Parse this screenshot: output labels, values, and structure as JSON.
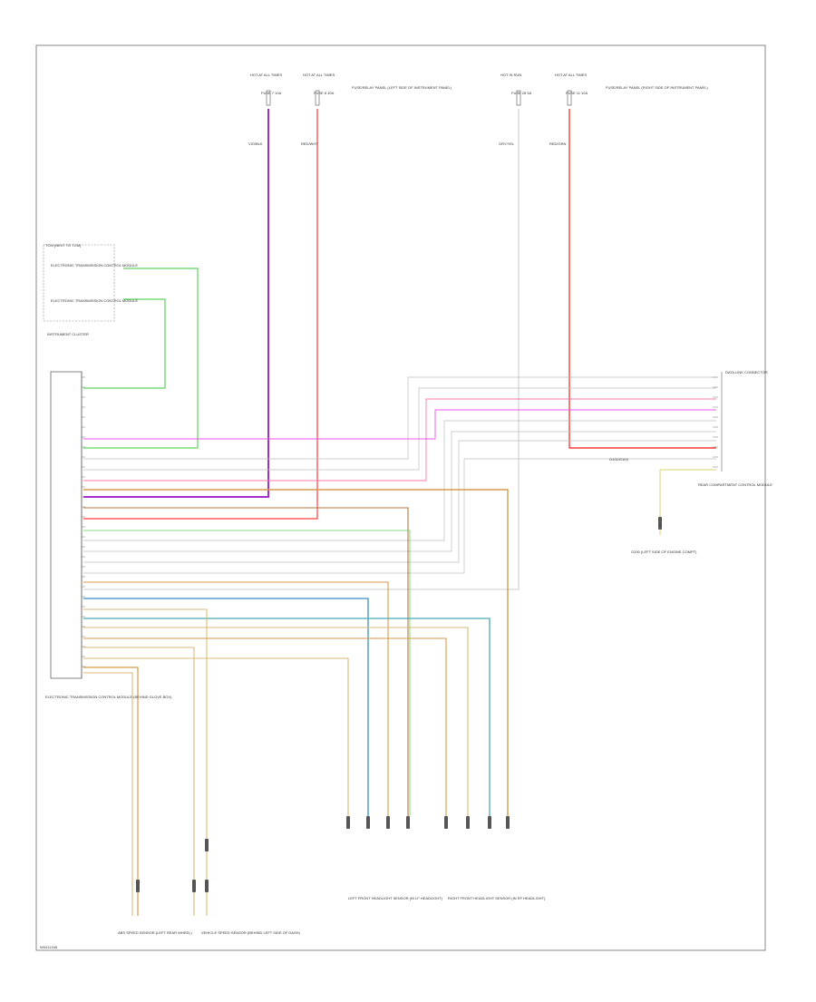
{
  "top_fuses": [
    {
      "hot": "HOT AT ALL TIMES",
      "fuse": "FUSE 7 10A",
      "wire": "VIO/BLK",
      "color": "#a030c8"
    },
    {
      "hot": "HOT AT ALL TIMES",
      "fuse": "FUSE 8 10A",
      "wire": "RED/WHT",
      "color": "#ff3b3b"
    },
    {
      "hot": "HOT IN RUN",
      "fuse": "FUSE 28 5A",
      "wire": "GRY/YEL",
      "color": "#c8c8c8"
    },
    {
      "hot": "HOT AT ALL TIMES",
      "fuse": "FUSE 11 10A",
      "wire": "RED/GRN",
      "color": "#ff4f6a"
    }
  ],
  "fuse_panel_left": "FUSE/RELAY PANEL (LEFT SIDE OF INSTRUMENT PANEL)",
  "fuse_panel_right": "FUSE/RELAY PANEL (RIGHT SIDE OF INSTRUMENT PANEL)",
  "tcm_box": {
    "title": "TCM (NEXT TO TCM)",
    "items": [
      "ELECTRONIC TRANSMISSION CONTROL MODULE",
      "ELECTRONIC TRANSMISSION CONTROL MODULE"
    ]
  },
  "ecm_label": "ELECTRONIC TRANSMISSION CONTROL MODULE (BEHIND GLOVE BOX)",
  "cluster_label": "INSTRUMENT CLUSTER",
  "dlc_label": "DATA LINK CONNECTOR",
  "rear_label": "REAR COMPARTMENT CONTROL MODULE",
  "ground_label": "G200 (LEFT SIDE OF ENGINE COMPT)",
  "left_sensor_label": "LEFT FRONT HEADLIGHT SENSOR (IN LF HEADLIGHT)",
  "right_sensor_label": "RIGHT FRONT HEADLIGHT SENSOR (IN RF HEADLIGHT)",
  "vss_label": "VEHICLE SPEED SENSOR (BEHIND LEFT SIDE OF DASH)",
  "abs_label": "ABS SPEED SENSOR (LEFT REAR WHEEL)",
  "footer_code": "W0411345",
  "side_code": "G102/G103",
  "wire_colors": {
    "violet": "#a030c8",
    "red": "#ff3b3b",
    "pink": "#ff7aa8",
    "magenta": "#ee55ee",
    "green": "#5fd35f",
    "gray": "#bdbdbd",
    "orange": "#d89a4a",
    "tan": "#d9b97a",
    "blue": "#3a8fc8",
    "teal": "#4aa9b8",
    "yellow": "#d8cf6a",
    "brown": "#b07a40"
  }
}
